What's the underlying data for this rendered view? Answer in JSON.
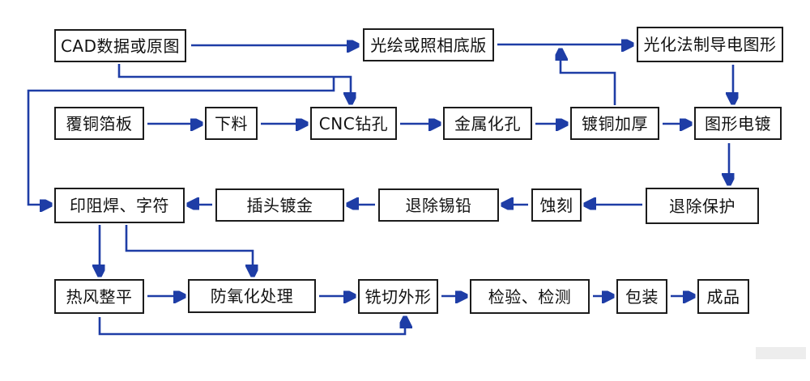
{
  "diagram": {
    "type": "flowchart",
    "subject": "PCB manufacturing process flow",
    "colors": {
      "line": "#1e3da6",
      "arrowhead": "#2b50cc",
      "box_border": "#1c1c1c",
      "box_fill": "#ffffff",
      "text": "#111111",
      "background": "#ffffff",
      "watermark_remnant": "#ededed"
    },
    "nodes": {
      "cad": "CAD数据或原图",
      "photo_film": "光绘或照相底版",
      "photochemical": "光化法制导电图形",
      "ccl": "覆铜箔板",
      "blanking": "下料",
      "cnc_drill": "CNC钻孔",
      "pth": "金属化孔",
      "copper_plating": "镀铜加厚",
      "pattern_plating": "图形电镀",
      "solder_mask": "印阻焊、字符",
      "gold_finger": "插头镀金",
      "strip_tin_lead": "退除锡铅",
      "etching": "蚀刻",
      "strip_resist": "退除保护",
      "hasl": "热风整平",
      "anti_oxidation": "防氧化处理",
      "routing": "铣切外形",
      "inspection": "检验、检测",
      "packaging": "包装",
      "finished": "成品"
    },
    "edges": [
      {
        "from": "cad",
        "to": "photo_film"
      },
      {
        "from": "photo_film",
        "to": "photochemical"
      },
      {
        "from": "copper_plating",
        "to": "photochemical"
      },
      {
        "from": "cad",
        "to": "cnc_drill"
      },
      {
        "from": "cad",
        "to": "solder_mask"
      },
      {
        "from": "photochemical",
        "to": "pattern_plating"
      },
      {
        "from": "ccl",
        "to": "blanking"
      },
      {
        "from": "blanking",
        "to": "cnc_drill"
      },
      {
        "from": "cnc_drill",
        "to": "pth"
      },
      {
        "from": "pth",
        "to": "copper_plating"
      },
      {
        "from": "copper_plating",
        "to": "pattern_plating"
      },
      {
        "from": "pattern_plating",
        "to": "strip_resist"
      },
      {
        "from": "strip_resist",
        "to": "etching"
      },
      {
        "from": "etching",
        "to": "strip_tin_lead"
      },
      {
        "from": "strip_tin_lead",
        "to": "gold_finger"
      },
      {
        "from": "gold_finger",
        "to": "solder_mask"
      },
      {
        "from": "solder_mask",
        "to": "hasl"
      },
      {
        "from": "solder_mask",
        "to": "anti_oxidation"
      },
      {
        "from": "hasl",
        "to": "anti_oxidation"
      },
      {
        "from": "hasl",
        "to": "routing"
      },
      {
        "from": "anti_oxidation",
        "to": "routing"
      },
      {
        "from": "routing",
        "to": "inspection"
      },
      {
        "from": "inspection",
        "to": "packaging"
      },
      {
        "from": "packaging",
        "to": "finished"
      }
    ]
  }
}
